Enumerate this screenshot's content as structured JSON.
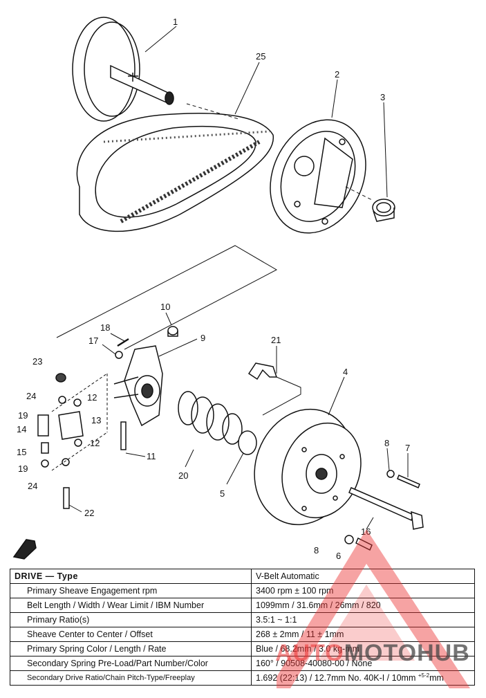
{
  "callouts": {
    "c1": "1",
    "c25": "25",
    "c2": "2",
    "c3": "3",
    "c10": "10",
    "c18": "18",
    "c17": "17",
    "c9": "9",
    "c21": "21",
    "c4": "4",
    "c23": "23",
    "c24a": "24",
    "c12a": "12",
    "c19a": "19",
    "c14": "14",
    "c13": "13",
    "c12b": "12",
    "c15": "15",
    "c19b": "19",
    "c24b": "24",
    "c22": "22",
    "c11": "11",
    "c20": "20",
    "c5": "5",
    "c8a": "8",
    "c7": "7",
    "c16": "16",
    "c8b": "8",
    "c6": "6"
  },
  "table": {
    "header_label": "DRIVE — Type",
    "header_value": "V-Belt Automatic",
    "rows": [
      {
        "label": "Primary Sheave Engagement rpm",
        "value": "3400 rpm ± 100 rpm"
      },
      {
        "label": "Belt Length / Width / Wear Limit / IBM Number",
        "value": "1099mm / 31.6mm / 26mm / 820"
      },
      {
        "label": "Primary Ratio(s)",
        "value": "3.5:1 ~ 1:1"
      },
      {
        "label": "Sheave Center to Center / Offset",
        "value": "268 ± 2mm / 11 ± 1mm"
      },
      {
        "label": "Primary Spring Color / Length / Rate",
        "value": "Blue / 68.2mm / 3.0 kg-mm"
      },
      {
        "label": "Secondary Spring Pre-Load/Part Number/Color",
        "value": "160° / 90508-40080-00 / None"
      },
      {
        "label": "Secondary Drive Ratio/Chain Pitch-Type/Freeplay",
        "value": "1.692 (22:13) / 12.7mm No. 40K-I / 10mm",
        "tol_plus": "+5",
        "tol_minus": "-2",
        "tol_unit": "mm"
      }
    ]
  },
  "watermark": {
    "part1": "AUTO",
    "part2": "MOTOHUB",
    "color_red": "#e83232",
    "color_dark": "#464646"
  }
}
